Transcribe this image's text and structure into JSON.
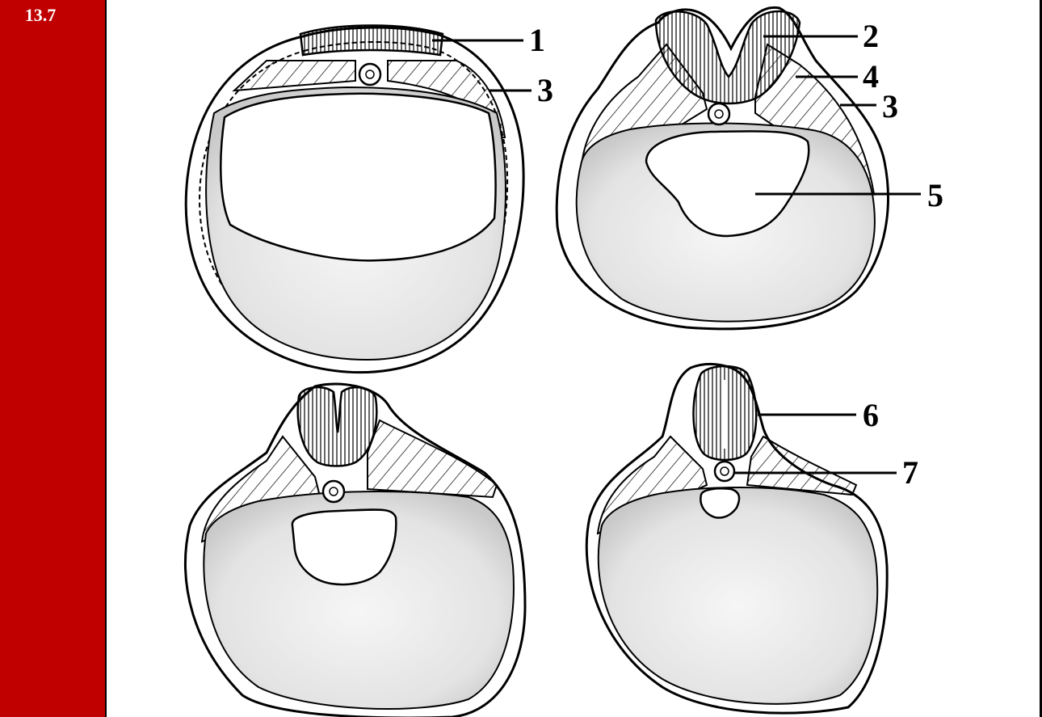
{
  "figure": {
    "number": "13.7",
    "colors": {
      "sidebar": "#c00000",
      "ink": "#000000",
      "yolk": "#ececec"
    }
  },
  "labels": {
    "l1": "1",
    "l2": "2",
    "l3a": "3",
    "l3b": "3",
    "l4": "4",
    "l5": "5",
    "l6": "6",
    "l7": "7"
  }
}
